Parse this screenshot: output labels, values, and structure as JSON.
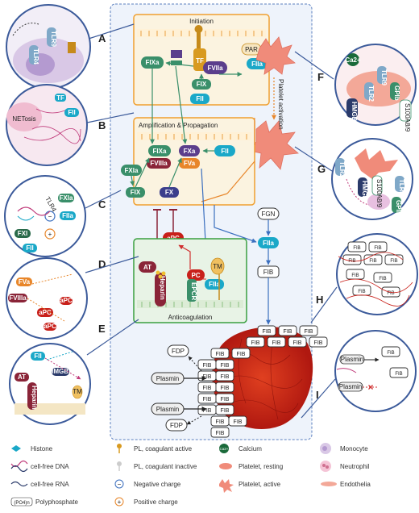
{
  "panel_letters": [
    "A",
    "B",
    "C",
    "D",
    "E",
    "F",
    "G",
    "H",
    "I"
  ],
  "boxes": {
    "initiation": "Initiation",
    "amplification": "Amplification & Propagation",
    "anticoagulation": "Anticoagulation"
  },
  "factors": {
    "fixa_init": "FIXa",
    "fviia": "FVIIa",
    "tf": "TF",
    "fix_init": "FIX",
    "fii_init": "FII",
    "fiia_top": "FIIa",
    "par": "PAR",
    "fixa_amp": "FIXa",
    "fxa_amp": "FXa",
    "fviiia": "FVIIIa",
    "fva": "FVa",
    "fii_amp": "FII",
    "fxia": "FXIa",
    "fix_amp": "FIX",
    "fx_amp": "FX",
    "fgn": "FGN",
    "fiia_mid": "FIIa",
    "fib_mid": "FIB",
    "apc": "aPC",
    "at": "AT",
    "heparin": "Heparin",
    "pc": "PC",
    "epcr": "EPCR",
    "fiia_anti": "FIIa",
    "tm": "TM",
    "fdp1": "FDP",
    "fdp2": "FDP",
    "plasmin1": "Plasmin",
    "plasmin2": "Plasmin"
  },
  "platelet_activation": "Platelet activation",
  "circle_labels": {
    "a": [
      "TLR9",
      "TLR4"
    ],
    "b": [
      "NETosis",
      "FII",
      "TF"
    ],
    "c": [
      "FXIa",
      "FIIa",
      "FXI",
      "FII",
      "TLR4"
    ],
    "d": [
      "FVa",
      "FVIIIa",
      "aPC",
      "aPC",
      "aPC"
    ],
    "e": [
      "FII",
      "AT",
      "Heparin",
      "HMGB1",
      "TM"
    ],
    "f": [
      "Ca2+",
      "TLR9",
      "GPIb",
      "TLR2",
      "HMGB1",
      "S100A8/9"
    ],
    "g": [
      "TLR2",
      "HMGB1",
      "S100A8/9",
      "TLR4",
      "GPIb"
    ],
    "h": [
      "FIB",
      "FIB",
      "FIB",
      "FIB",
      "FIB",
      "FIB",
      "FIB",
      "FIB",
      "FIB"
    ],
    "i": [
      "Plasmin",
      "Plasmin",
      "FIB",
      "FIB"
    ]
  },
  "clot_fib": [
    "FIB",
    "FIB",
    "FIB",
    "FIB",
    "FIB",
    "FIB",
    "FIB",
    "FIB",
    "FIB",
    "FIB",
    "FIB",
    "FIB",
    "FIB",
    "FIB",
    "FIB",
    "FIB",
    "FIB",
    "FIB",
    "FIB",
    "FIB",
    "FIB",
    "FIB"
  ],
  "legend": [
    {
      "icon": "histone",
      "text": "Histone"
    },
    {
      "icon": "pl-active",
      "text": "PL, coagulant active"
    },
    {
      "icon": "calcium",
      "text": "Calcium"
    },
    {
      "icon": "monocyte",
      "text": "Monocyte"
    },
    {
      "icon": "cfdna",
      "text": "cell-free DNA"
    },
    {
      "icon": "pl-inactive",
      "text": "PL, coagulant inactive"
    },
    {
      "icon": "platelet-resting",
      "text": "Platelet, resting"
    },
    {
      "icon": "neutrophil",
      "text": "Neutrophil"
    },
    {
      "icon": "cfrna",
      "text": "cell-free RNA"
    },
    {
      "icon": "negative",
      "text": "Negative charge"
    },
    {
      "icon": "platelet-active",
      "text": "Platelet, active"
    },
    {
      "icon": "endothelia",
      "text": "Endothelia"
    },
    {
      "icon": "polyp",
      "text": "Polyphosphate"
    },
    {
      "icon": "positive",
      "text": "Positive charge"
    }
  ],
  "legend_symbols": {
    "polyp": "(PO4)n",
    "calcium": "Ca2+",
    "negative": "−",
    "positive": "+"
  },
  "colors": {
    "init_border": "#f0a030",
    "amp_border": "#f0a030",
    "anti_border": "#3aa040",
    "outer_border": "#5b7fbf",
    "outer_fill": "#eef3fb",
    "teal": "#1aa8c8",
    "purple": "#5b3e8c",
    "green": "#3a8f6a",
    "orange": "#e8862a",
    "maroon": "#8a2438",
    "red": "#c8201a",
    "platelet": "#f08b7a"
  }
}
